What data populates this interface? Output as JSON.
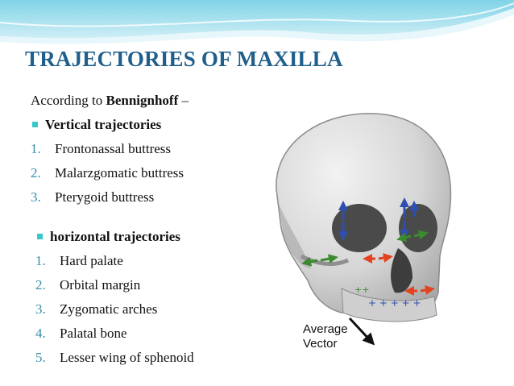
{
  "slide": {
    "title": "TRAJECTORIES  OF MAXILLA",
    "intro_prefix": "According to ",
    "intro_bold": "Bennignhoff",
    "intro_suffix": " –",
    "vertical": {
      "heading": "Vertical trajectories",
      "items": [
        {
          "num": "1.",
          "text": "Frontonassal buttress"
        },
        {
          "num": "2.",
          "text": "Malarzgomatic buttress"
        },
        {
          "num": "3.",
          "text": "Pterygoid buttress"
        }
      ]
    },
    "horizontal": {
      "heading": "horizontal trajectories",
      "items": [
        {
          "num": "1.",
          "text": "Hard palate"
        },
        {
          "num": "2.",
          "text": "Orbital margin"
        },
        {
          "num": "3.",
          "text": "Zygomatic arches"
        },
        {
          "num": "4.",
          "text": "Palatal bone"
        },
        {
          "num": "5.",
          "text": "Lesser wing of sphenoid"
        }
      ]
    },
    "figure": {
      "label_line1": "Average",
      "label_line2": "Vector"
    },
    "colors": {
      "title": "#1f5f8b",
      "bullet": "#37c8c8",
      "number": "#3a8fa8",
      "arrow_blue": "#2e4fb0",
      "arrow_green": "#3a8a2e",
      "arrow_red": "#e2431e"
    }
  }
}
